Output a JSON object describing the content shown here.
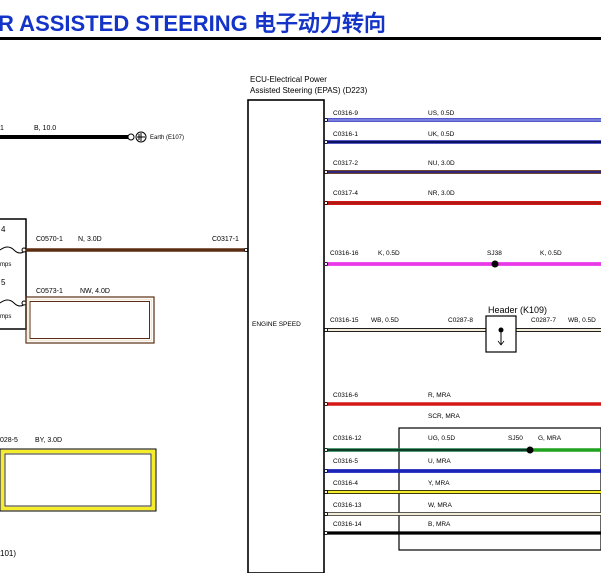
{
  "header": {
    "title": "R ASSISTED STEERING 电子动力转向"
  },
  "ecu": {
    "name_line1": "ECU-Electrical Power",
    "name_line2": "Assisted Steering (EPAS) (D223)",
    "function_label": "ENGINE SPEED"
  },
  "left_side": {
    "pin_top": "1",
    "wire_top": "B, 10.0",
    "earth_label": "Earth (E107)",
    "pin_4": "4",
    "amps_1": "mps",
    "pin_5": "5",
    "amps_2": "mps",
    "conn_c0570": "C0570-1",
    "wire_c0570": "N, 3.0D",
    "conn_c0317_1": "C0317-1",
    "conn_c0573": "C0573-1",
    "wire_c0573": "NW, 4.0D",
    "conn_c028": "028-5",
    "wire_c028": "BY, 3.0D",
    "bottom_ref": "101)"
  },
  "right_side": {
    "pins": [
      {
        "conn": "C0316-9",
        "wire": "US, 0.5D"
      },
      {
        "conn": "C0316-1",
        "wire": "UK, 0.5D"
      },
      {
        "conn": "C0317-2",
        "wire": "NU, 3.0D"
      },
      {
        "conn": "C0317-4",
        "wire": "NR, 3.0D"
      },
      {
        "conn": "C0316-16",
        "wire": "K, 0.5D"
      },
      {
        "conn": "C0316-15",
        "wire": "WB, 0.5D"
      },
      {
        "conn": "C0316-6",
        "wire": "R, MRA"
      },
      {
        "conn": "",
        "wire": "SCR, MRA"
      },
      {
        "conn": "C0316-12",
        "wire": "UG, 0.5D"
      },
      {
        "conn": "C0316-5",
        "wire": "U, MRA"
      },
      {
        "conn": "C0316-4",
        "wire": "Y, MRA"
      },
      {
        "conn": "C0316-13",
        "wire": "W, MRA"
      },
      {
        "conn": "C0316-14",
        "wire": "B, MRA"
      }
    ],
    "splice_sj38": "SJ38",
    "wire_after_sj38": "K, 0.5D",
    "header_label": "Header (K109)",
    "conn_c0287_8": "C0287-8",
    "conn_c0287_7": "C0287-7",
    "wire_after_header": "WB, 0.5D",
    "splice_sj50": "SJ50",
    "wire_after_sj50": "G, MRA"
  }
}
